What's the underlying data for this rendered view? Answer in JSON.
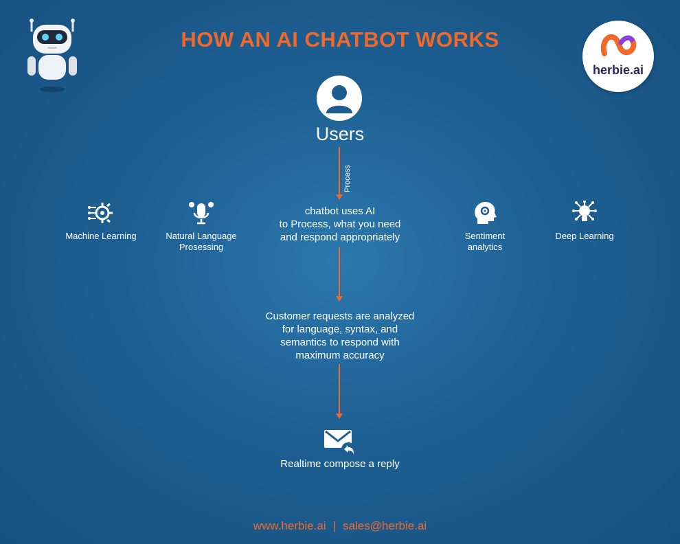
{
  "title": "HOW AN AI CHATBOT WORKS",
  "logo": {
    "text": "herbie.ai"
  },
  "users": {
    "label": "Users"
  },
  "process_label": "Process",
  "center_steps": [
    {
      "lines": [
        "chatbot uses AI",
        "to Process, what you need",
        "and respond appropriately"
      ]
    },
    {
      "lines": [
        "Customer requests are analyzed",
        "for language, syntax, and",
        "semantics to respond with",
        "maximum accuracy"
      ]
    },
    {
      "lines": [
        "Realtime compose a reply"
      ]
    }
  ],
  "features": [
    {
      "label_lines": [
        "Machine Learning"
      ],
      "icon": "gear-chip-icon"
    },
    {
      "label_lines": [
        "Natural Language",
        "Prosessing"
      ],
      "icon": "microphone-icon"
    },
    {
      "label_lines": [
        "Sentiment",
        "analytics"
      ],
      "icon": "head-brain-icon"
    },
    {
      "label_lines": [
        "Deep Learning"
      ],
      "icon": "lightbulb-network-icon"
    }
  ],
  "footer": {
    "website": "www.herbie.ai",
    "separator": "|",
    "email": "sales@herbie.ai"
  },
  "colors": {
    "accent": "#f0692b",
    "background": "#1e5f92",
    "text": "#ffffff",
    "logo_purple": "#2a2559"
  }
}
